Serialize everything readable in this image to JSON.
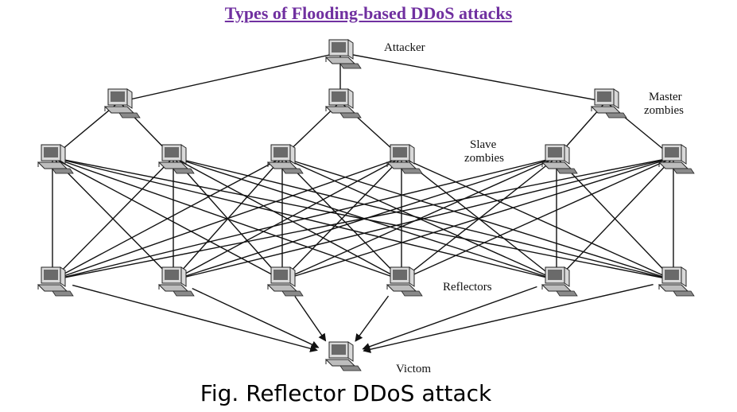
{
  "title": "Types of Flooding-based DDoS attacks",
  "caption": "Fig. Reflector DDoS attack",
  "labels": {
    "attacker": "Attacker",
    "master_line1": "Master",
    "master_line2": "zombies",
    "slave_line1": "Slave",
    "slave_line2": "zombies",
    "reflectors": "Reflectors",
    "victim": "Victom"
  },
  "layers": {
    "attacker": 1,
    "master_zombies": 3,
    "slave_zombies": 6,
    "reflectors": 6,
    "victim": 1
  },
  "connections": {
    "attacker_to_masters": "all",
    "masters_to_slaves": "two each",
    "slaves_to_reflectors": "all (full mesh)",
    "reflectors_to_victim": "arrows"
  },
  "colors": {
    "title": "#7030a0",
    "lines": "#111111"
  }
}
